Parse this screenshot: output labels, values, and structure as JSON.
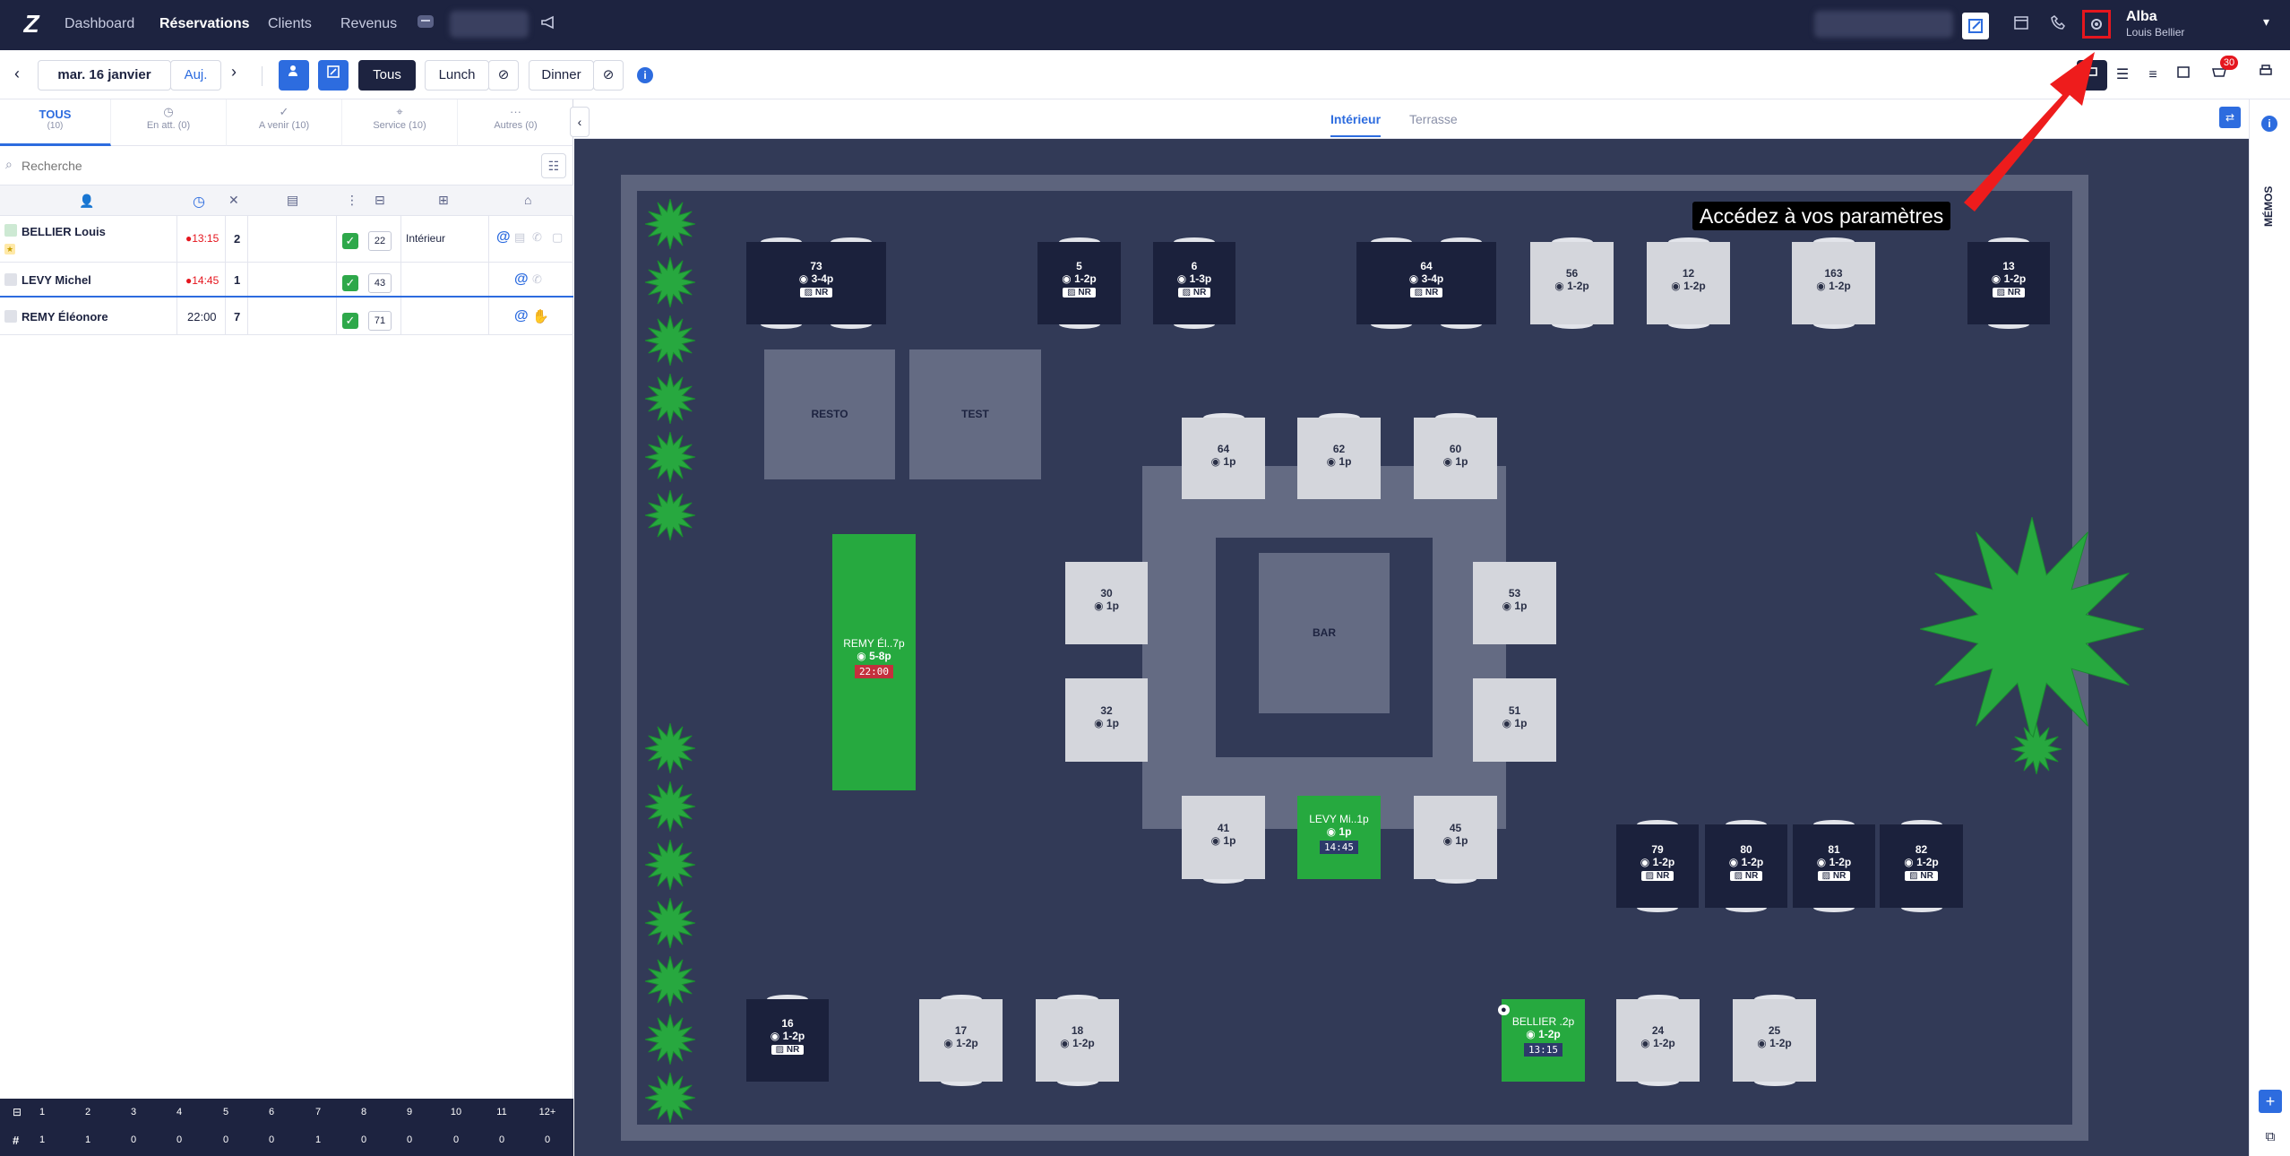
{
  "nav": {
    "links": [
      "Dashboard",
      "Réservations",
      "Clients",
      "Revenus"
    ],
    "user_name": "Alba",
    "user_sub": "Louis Bellier"
  },
  "toolbar": {
    "date": "mar. 16 janvier",
    "today": "Auj.",
    "filters": [
      "Tous",
      "Lunch",
      "Dinner"
    ],
    "badge_count": "30"
  },
  "tabs": [
    {
      "label": "TOUS",
      "count": "(10)"
    },
    {
      "label": "En att. (0)",
      "count": ""
    },
    {
      "label": "A venir (10)",
      "count": ""
    },
    {
      "label": "Service (10)",
      "count": ""
    },
    {
      "label": "Autres (0)",
      "count": ""
    }
  ],
  "search": {
    "placeholder": "Recherche"
  },
  "reservations": [
    {
      "name": "BELLIER Louis",
      "time": "13:15",
      "late": true,
      "covers": "2",
      "table": "22",
      "room": "Intérieur"
    },
    {
      "name": "LEVY Michel",
      "time": "14:45",
      "late": true,
      "covers": "1",
      "table": "43",
      "room": ""
    },
    {
      "name": "REMY Éléonore",
      "time": "22:00",
      "late": false,
      "covers": "7",
      "table": "71",
      "room": ""
    }
  ],
  "footer": {
    "sizes": [
      "1",
      "2",
      "3",
      "4",
      "5",
      "6",
      "7",
      "8",
      "9",
      "10",
      "11",
      "12+"
    ],
    "counts": [
      "1",
      "1",
      "0",
      "0",
      "0",
      "0",
      "1",
      "0",
      "0",
      "0",
      "0",
      "0"
    ]
  },
  "plan": {
    "rooms": [
      "Intérieur",
      "Terrasse"
    ],
    "zones": {
      "resto": "RESTO",
      "test": "TEST",
      "bar": "BAR"
    },
    "tables": [
      {
        "num": "73",
        "cap": "3-4p",
        "nr": "NR"
      },
      {
        "num": "5",
        "cap": "1-2p",
        "nr": "NR"
      },
      {
        "num": "6",
        "cap": "1-3p",
        "nr": "NR"
      },
      {
        "num": "64",
        "cap": "3-4p",
        "nr": "NR"
      },
      {
        "num": "56",
        "cap": "1-2p"
      },
      {
        "num": "12",
        "cap": "1-2p"
      },
      {
        "num": "163",
        "cap": "1-2p"
      },
      {
        "num": "13",
        "cap": "1-2p",
        "nr": "NR"
      },
      {
        "num": "64",
        "cap": "1p"
      },
      {
        "num": "62",
        "cap": "1p"
      },
      {
        "num": "60",
        "cap": "1p"
      },
      {
        "num": "30",
        "cap": "1p"
      },
      {
        "num": "53",
        "cap": "1p"
      },
      {
        "num": "32",
        "cap": "1p"
      },
      {
        "num": "51",
        "cap": "1p"
      },
      {
        "num": "41",
        "cap": "1p"
      },
      {
        "num": "45",
        "cap": "1p"
      },
      {
        "num": "79",
        "cap": "1-2p",
        "nr": "NR"
      },
      {
        "num": "80",
        "cap": "1-2p",
        "nr": "NR"
      },
      {
        "num": "81",
        "cap": "1-2p",
        "nr": "NR"
      },
      {
        "num": "82",
        "cap": "1-2p",
        "nr": "NR"
      },
      {
        "num": "16",
        "cap": "1-2p",
        "nr": "NR"
      },
      {
        "num": "17",
        "cap": "1-2p"
      },
      {
        "num": "18",
        "cap": "1-2p"
      },
      {
        "num": "24",
        "cap": "1-2p"
      },
      {
        "num": "25",
        "cap": "1-2p"
      }
    ],
    "occupied": [
      {
        "label": "REMY Él..7p",
        "cap": "5-8p",
        "time": "22:00"
      },
      {
        "label": "LEVY Mi..1p",
        "cap": "1p",
        "time": "14:45"
      },
      {
        "label": "BELLIER .2p",
        "cap": "1-2p",
        "time": "13:15"
      }
    ]
  },
  "memos": "MÉMOS",
  "tooltip": "Accédez à vos paramètres",
  "colors": {
    "navy": "#1d2340",
    "accent": "#2d6cdf",
    "green": "#26a93f",
    "alert": "#e5161e"
  }
}
